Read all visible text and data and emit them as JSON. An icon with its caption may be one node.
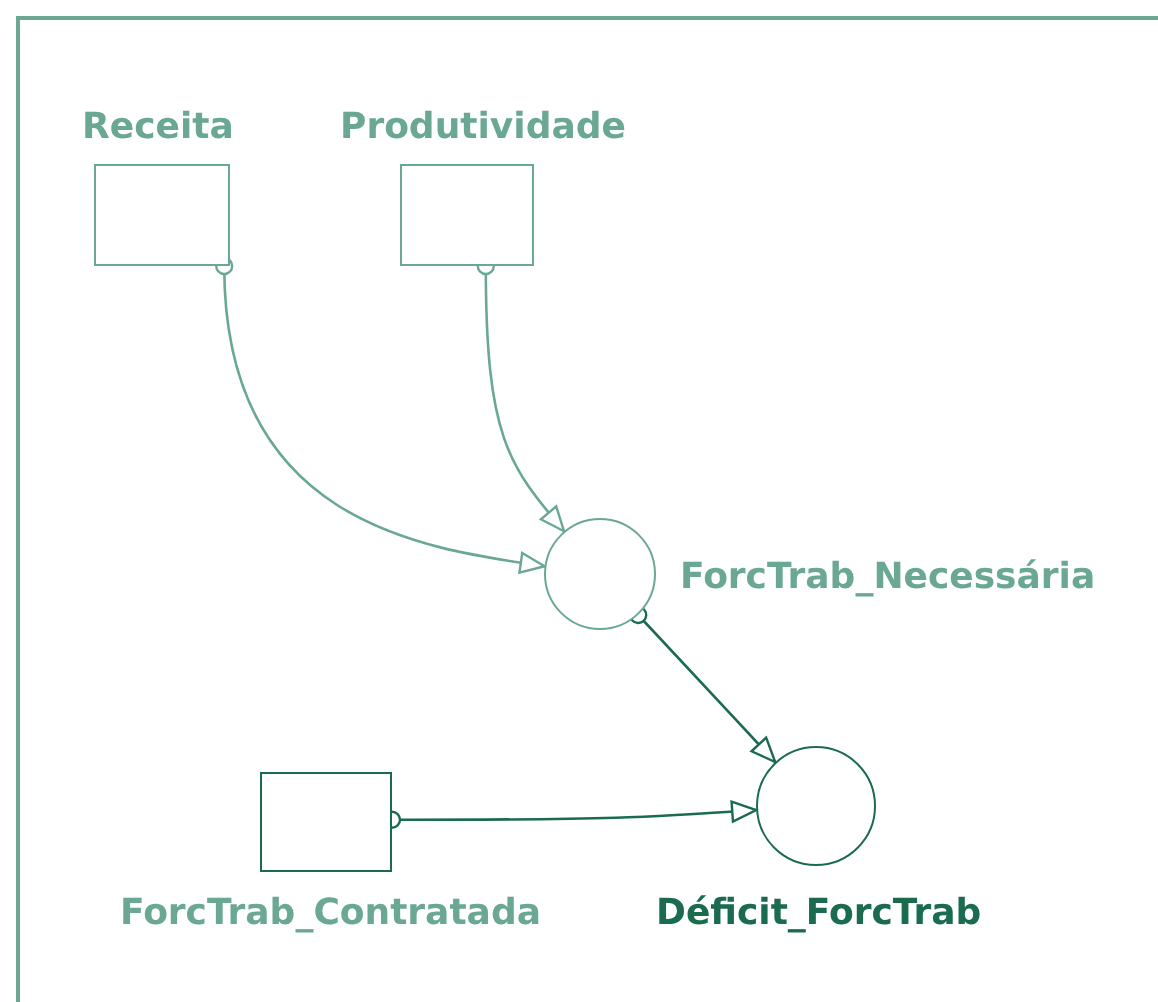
{
  "diagram": {
    "nodes": [
      {
        "text": [
          "Receita"
        ]
      },
      {
        "text": [
          "Produtividade"
        ]
      },
      {
        "text": [
          "ForcTrab_Necessária"
        ]
      },
      {
        "text": [
          "Déficit_ForcTrab"
        ]
      },
      {
        "text": [
          "ForcTrab_Contratada"
        ]
      }
    ],
    "edges": [
      {
        "from": 0,
        "to": 2,
        "arrow": "to"
      },
      {
        "from": 1,
        "to": 2,
        "arrow": "to"
      },
      {
        "from": 2,
        "to": 3,
        "arrow": "to",
        "color": "#1b6b4f"
      },
      {
        "from": 4,
        "to": 3,
        "arrow": "to",
        "color": "#1b6b4f"
      }
    ]
  }
}
